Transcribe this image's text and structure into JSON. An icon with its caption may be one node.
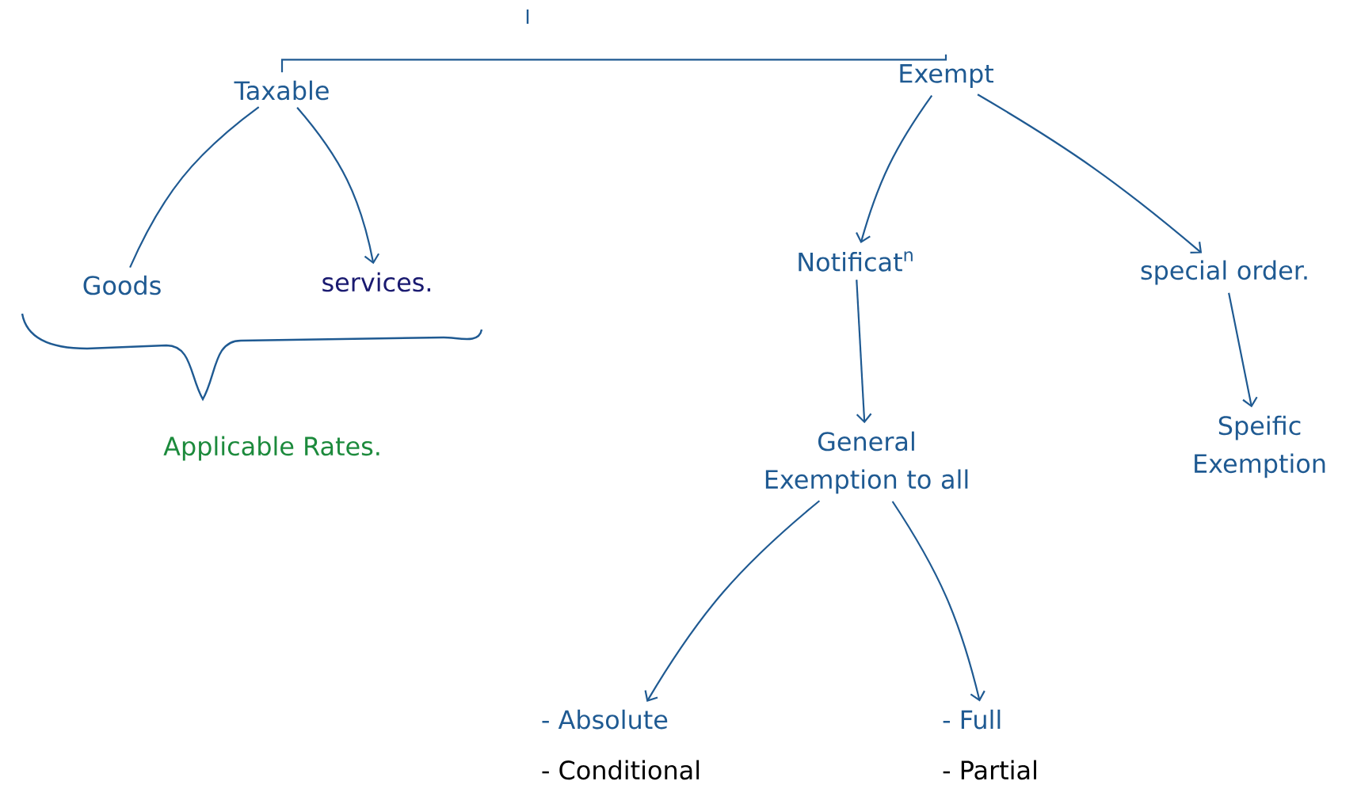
{
  "diagram": {
    "nodes": [
      {
        "text": [
          "Taxable"
        ]
      },
      {
        "text": [
          "Exempt"
        ]
      },
      {
        "text": [
          "Goods"
        ]
      },
      {
        "text": [
          "services."
        ]
      },
      {
        "text": [
          "Notificat$^{n}$"
        ]
      },
      {
        "text": [
          "special order."
        ]
      },
      {
        "text": [
          "General Exemption to all"
        ]
      },
      {
        "text": [
          "Speific Exemption"
        ]
      },
      {
        "text": [
          "- Absolute",
          "- Conditional"
        ]
      },
      {
        "text": [
          "- Full",
          "- Partial"
        ]
      }
    ],
    "edges": [
      {
        "from": 0,
        "to": 1,
        "arrow": "none"
      },
      {
        "from": 0,
        "to": 2,
        "arrow": "none"
      },
      {
        "from": 0,
        "to": 3,
        "arrow": "to"
      },
      {
        "from": 1,
        "to": 4,
        "arrow": "to"
      },
      {
        "from": 1,
        "to": 5,
        "arrow": "to"
      },
      {
        "from": 4,
        "to": 6,
        "arrow": "to"
      },
      {
        "from": 5,
        "to": 7,
        "arrow": "to"
      },
      {
        "from": 6,
        "to": 8,
        "arrow": "to"
      },
      {
        "from": 6,
        "to": 9,
        "arrow": "to"
      }
    ],
    "labels": [
      "Applicable Rates."
    ]
  }
}
